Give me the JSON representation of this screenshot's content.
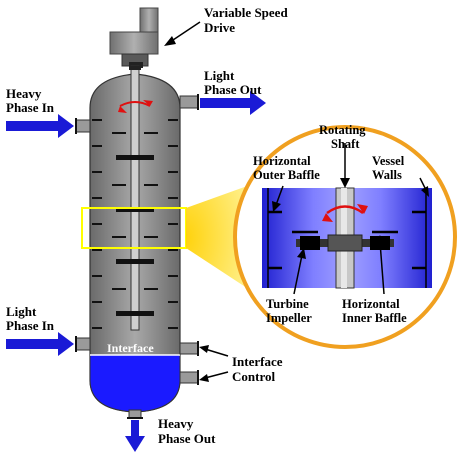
{
  "labels": {
    "drive_1": "Variable Speed",
    "drive_2": "Drive",
    "light_out_1": "Light",
    "light_out_2": "Phase Out",
    "heavy_in_1": "Heavy",
    "heavy_in_2": "Phase In",
    "light_in_1": "Light",
    "light_in_2": "Phase In",
    "interface": "Interface",
    "interface_control_1": "Interface",
    "interface_control_2": "Control",
    "heavy_out_1": "Heavy",
    "heavy_out_2": "Phase Out",
    "rotating_shaft_1": "Rotating",
    "rotating_shaft_2": "Shaft",
    "outer_baffle_1": "Horizontal",
    "outer_baffle_2": "Outer Baffle",
    "vessel_walls_1": "Vessel",
    "vessel_walls_2": "Walls",
    "turbine_impeller_1": "Turbine",
    "turbine_impeller_2": "Impeller",
    "inner_baffle_1": "Horizontal",
    "inner_baffle_2": "Inner Baffle"
  },
  "colors": {
    "flow_arrow": "#1a1ad6",
    "heavy_liquid": "#1a1aff",
    "vessel_gray": "#8a8a8a",
    "zoom_ring": "#f0a020",
    "highlight_box": "#ffff00",
    "rotation_arrow": "#e01010"
  }
}
